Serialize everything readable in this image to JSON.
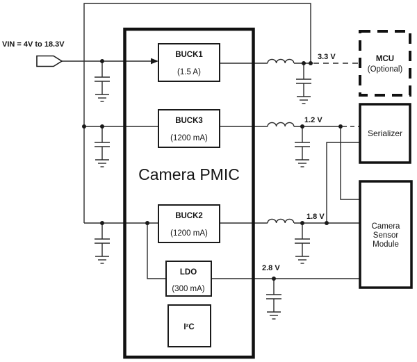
{
  "diagram": {
    "input_label": "VIN = 4V to 18.3V",
    "pmic": {
      "title": "Camera PMIC",
      "buck1": {
        "name": "BUCK1",
        "rating": "(1.5 A)"
      },
      "buck3": {
        "name": "BUCK3",
        "rating": "(1200 mA)"
      },
      "buck2": {
        "name": "BUCK2",
        "rating": "(1200 mA)"
      },
      "ldo": {
        "name": "LDO",
        "rating": "(300 mA)"
      },
      "i2c": {
        "name": "I²C"
      }
    },
    "rails": {
      "rail_3v3": "3.3 V",
      "rail_1v2": "1.2 V",
      "rail_1v8": "1.8 V",
      "rail_2v8": "2.8 V"
    },
    "loads": {
      "mcu": {
        "line1": "MCU",
        "line2": "(Optional)"
      },
      "serializer": {
        "name": "Serializer"
      },
      "camera_sensor": {
        "line1": "Camera",
        "line2": "Sensor",
        "line3": "Module"
      }
    },
    "colors": {
      "wire": "#2b2b2b",
      "box_border": "#111111",
      "background": "#ffffff"
    }
  }
}
